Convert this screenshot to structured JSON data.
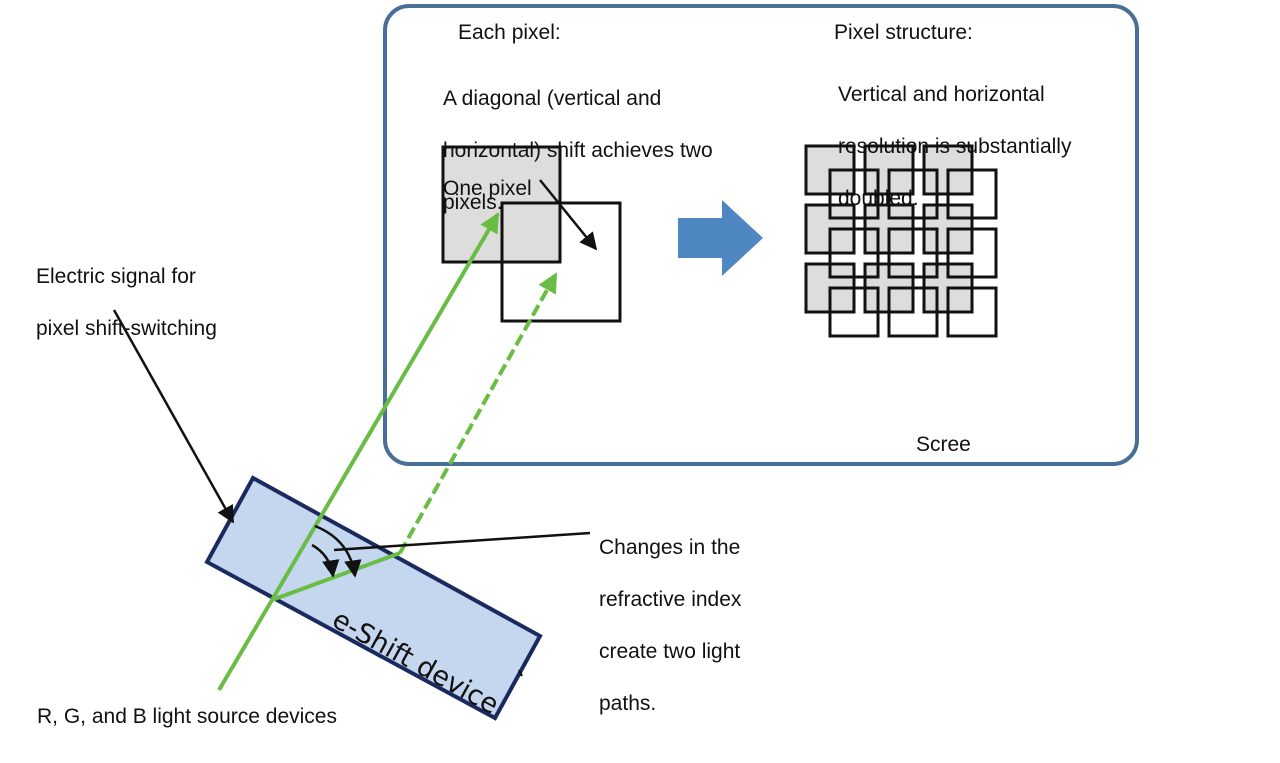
{
  "screen": {
    "label": "Scree",
    "each_pixel": {
      "heading": "Each pixel:",
      "text_lines": [
        "A diagonal (vertical and",
        "horizontal) shift achieves two",
        "pixels."
      ],
      "one_pixel_label": "One pixel"
    },
    "pixel_structure": {
      "heading": "Pixel structure:",
      "text_lines": [
        "Vertical and horizontal",
        "resolution is substantially",
        "doubled."
      ]
    }
  },
  "signal_label_lines": [
    "Electric signal for",
    "pixel shift-switching"
  ],
  "refraction_label_lines": [
    "Changes in the",
    "refractive index",
    "create two light",
    "paths."
  ],
  "device_label": "e-Shift device",
  "light_source_label": "R, G, and B light source devices",
  "colors": {
    "screen_border": "#4a6f96",
    "device_fill": "#c5d7ee",
    "device_border": "#1a2a5e",
    "light_path": "#69bd45",
    "arrow_fill": "#4f87c2",
    "pixel_fill": "#dddddd",
    "line": "#111111"
  }
}
